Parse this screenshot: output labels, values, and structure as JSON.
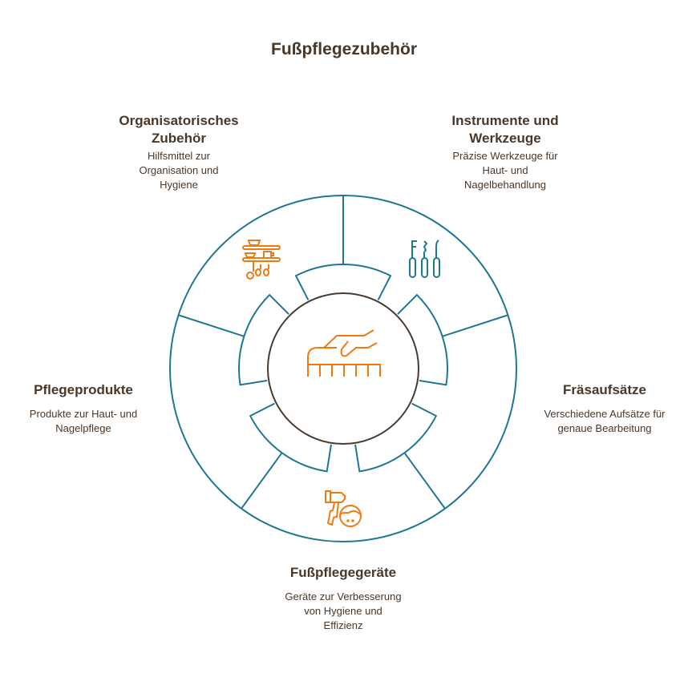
{
  "title": "Fußpflegezubehör",
  "center": {
    "icon": "hand-brush-icon"
  },
  "categories": [
    {
      "title": "Organisatorisches Zubehör",
      "description": "Hilfsmittel zur Organisation und Hygiene",
      "icon": "shelf-icon"
    },
    {
      "title": "Instrumente und Werkzeuge",
      "description": "Präzise Werkzeuge für Haut- und Nagelbehandlung",
      "icon": "instruments-icon"
    },
    {
      "title": "Fräsaufsätze",
      "description": "Verschiedene Aufsätze für genaue Bearbeitung"
    },
    {
      "title": "Fußpflegegeräte",
      "description": "Geräte zur Verbesserung von Hygiene und Effizienz",
      "icon": "foot-device-icon"
    },
    {
      "title": "Pflegeprodukte",
      "description": "Produkte zur Haut- und Nagelpflege"
    }
  ],
  "colors": {
    "ring": "#1f7891",
    "accent": "#f07a10",
    "inner": "#4a3b30",
    "text": "#4a3728"
  }
}
